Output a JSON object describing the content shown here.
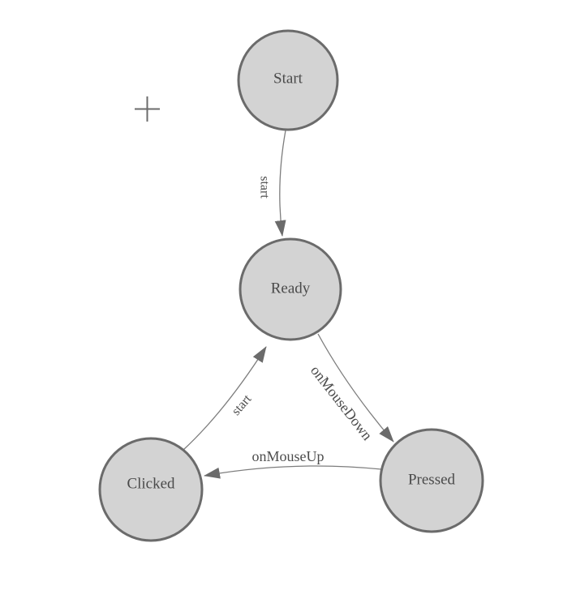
{
  "diagram": {
    "type": "state-diagram",
    "nodes": [
      {
        "id": "start",
        "label": "Start"
      },
      {
        "id": "ready",
        "label": "Ready"
      },
      {
        "id": "clicked",
        "label": "Clicked"
      },
      {
        "id": "pressed",
        "label": "Pressed"
      }
    ],
    "edges": [
      {
        "from": "start",
        "to": "ready",
        "label": "start"
      },
      {
        "from": "clicked",
        "to": "ready",
        "label": "start"
      },
      {
        "from": "ready",
        "to": "pressed",
        "label": "onMouseDown"
      },
      {
        "from": "pressed",
        "to": "clicked",
        "label": "onMouseUp"
      }
    ],
    "icons": {
      "plus": "+"
    },
    "colors": {
      "canvas_bg": "#ffffff",
      "node_fill": "#d3d3d3",
      "node_stroke": "#6b6b6b",
      "node_text": "#4a4a4a",
      "edge_stroke": "#7d7d7d",
      "edge_text": "#4d4d4d",
      "arrow_fill": "#6b6b6b",
      "plus_icon": "#6b6b6b"
    }
  }
}
